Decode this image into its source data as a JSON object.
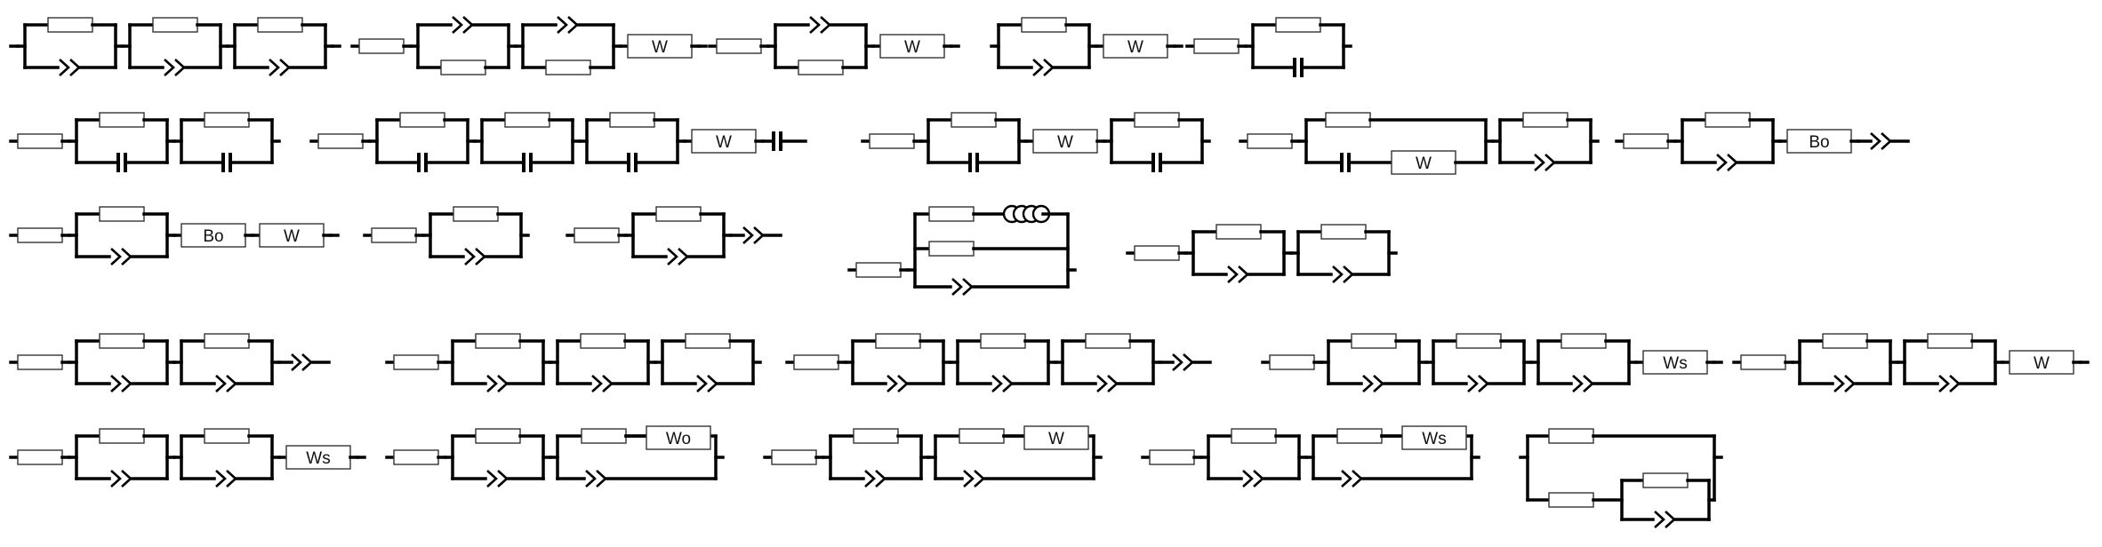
{
  "colors": {
    "line": "#000000",
    "resistor_border": "#333333",
    "background": "#ffffff"
  },
  "labels": {
    "warburg": "W",
    "bounded": "Bo",
    "warburg_short": "Ws",
    "warburg_open": "Wo"
  },
  "circuits": [
    {
      "id": "c1",
      "parts": [
        "RQ",
        "RQ",
        "RQ"
      ]
    },
    {
      "id": "c2",
      "parts": [
        "R",
        "RQ_top_cpe",
        "RQ_top_cpe",
        "W"
      ]
    },
    {
      "id": "c3",
      "parts": [
        "R",
        "RQ_top_cpe",
        "W"
      ]
    },
    {
      "id": "c4",
      "parts": [
        "RQ",
        "W"
      ]
    },
    {
      "id": "c5",
      "parts": [
        "R",
        "RC"
      ]
    },
    {
      "id": "c6",
      "parts": [
        "R",
        "RC",
        "RC"
      ]
    },
    {
      "id": "c7",
      "parts": [
        "R",
        "RC",
        "RC",
        "RC",
        "W",
        "C"
      ]
    },
    {
      "id": "c8",
      "parts": [
        "R",
        "RC",
        "W",
        "RC"
      ]
    },
    {
      "id": "c9",
      "parts": [
        "R",
        "R_parallel_C_W",
        "RQ"
      ]
    },
    {
      "id": "c10",
      "parts": [
        "R",
        "RQ",
        "Bo",
        "Q"
      ]
    },
    {
      "id": "c11",
      "parts": [
        "R",
        "RQ",
        "Bo",
        "W"
      ]
    },
    {
      "id": "c12",
      "parts": [
        "R",
        "RQ"
      ]
    },
    {
      "id": "c13",
      "parts": [
        "R",
        "RQ",
        "Q"
      ]
    },
    {
      "id": "c14",
      "parts": [
        "R",
        "RL_R_Q_parallel"
      ]
    },
    {
      "id": "c15",
      "parts": [
        "R",
        "RQ",
        "RQ"
      ]
    },
    {
      "id": "c16",
      "parts": [
        "R",
        "RQ",
        "RQ",
        "Q"
      ]
    },
    {
      "id": "c17",
      "parts": [
        "R",
        "RQ",
        "RQ",
        "RQ"
      ]
    },
    {
      "id": "c18",
      "parts": [
        "R",
        "RQ",
        "RQ",
        "RQ",
        "Q"
      ]
    },
    {
      "id": "c19",
      "parts": [
        "R",
        "RQ",
        "RQ",
        "RQ",
        "Ws"
      ]
    },
    {
      "id": "c20",
      "parts": [
        "R",
        "RQ",
        "RQ",
        "W"
      ]
    },
    {
      "id": "c21",
      "parts": [
        "R",
        "RQ",
        "RQ",
        "Ws"
      ]
    },
    {
      "id": "c22",
      "parts": [
        "R",
        "RQ",
        "R_Wo_Q"
      ]
    },
    {
      "id": "c23",
      "parts": [
        "R",
        "RQ",
        "R_W_Q"
      ]
    },
    {
      "id": "c24",
      "parts": [
        "R",
        "RQ",
        "R_Ws_Q"
      ]
    },
    {
      "id": "c25",
      "parts": [
        "R_parallel_R_RQ"
      ]
    }
  ]
}
